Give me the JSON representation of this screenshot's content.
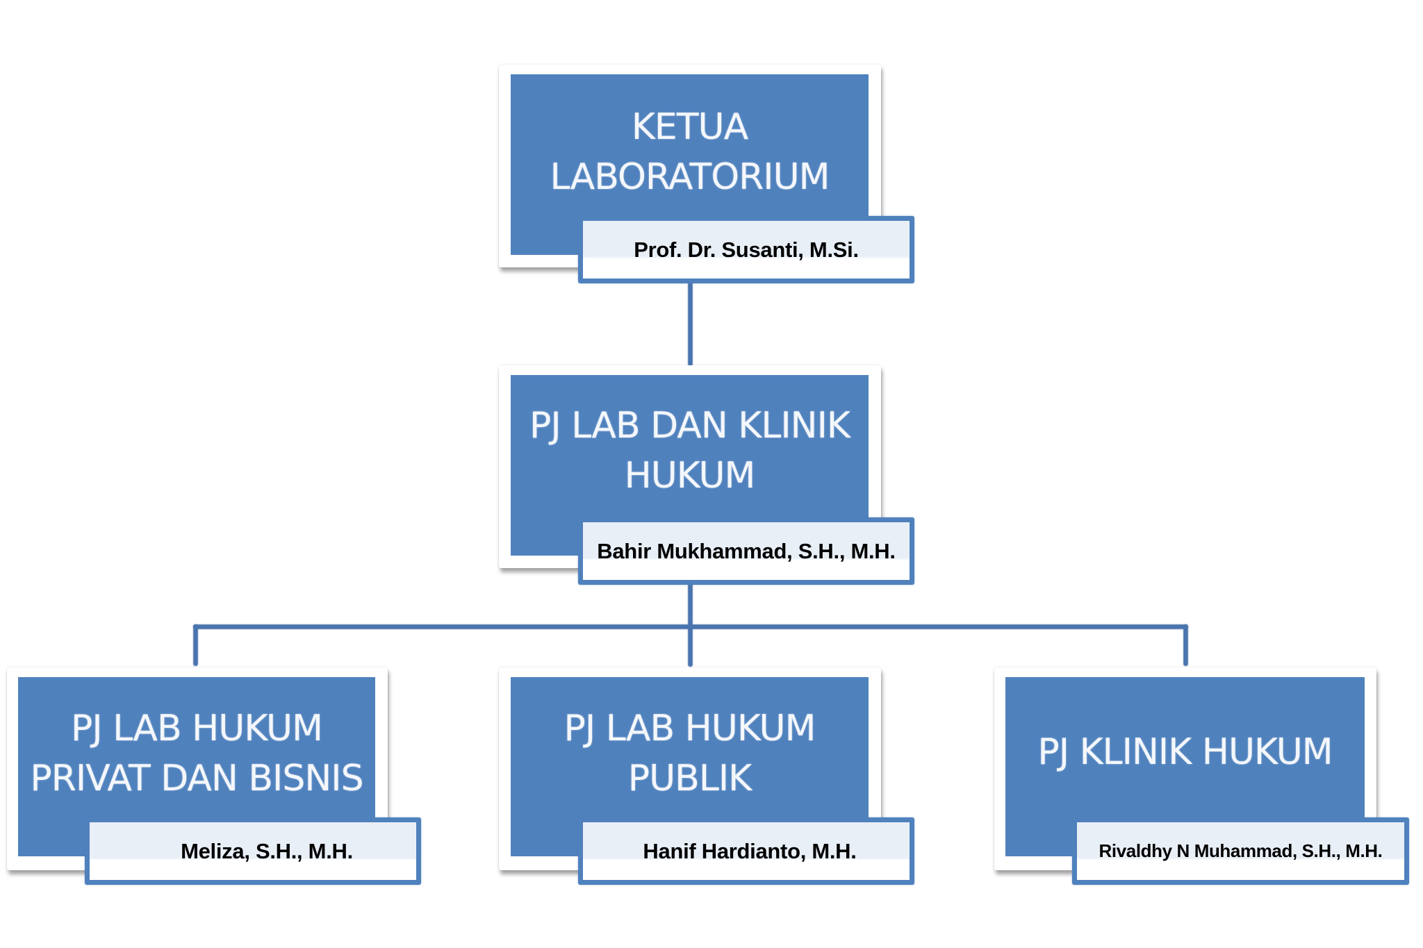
{
  "diagram": {
    "type": "organizational-chart",
    "colors": {
      "node_fill": "#4f81bd",
      "connector": "#4a74ad",
      "node_title_text": "#f4f7fb",
      "name_box_border": "#4f81bd",
      "name_box_fill": "#e9eff7",
      "name_text": "#000000"
    },
    "nodes": [
      {
        "id": "ketua",
        "title": "KETUA\nLABORATORIUM",
        "name": "Prof. Dr. Susanti, M.Si.",
        "parent": null
      },
      {
        "id": "pj-lab-klinik",
        "title": "PJ LAB DAN KLINIK\nHUKUM",
        "name": "Bahir Mukhammad, S.H., M.H.",
        "parent": "ketua"
      },
      {
        "id": "pj-privat-bisnis",
        "title": "PJ LAB HUKUM\nPRIVAT DAN BISNIS",
        "name": "Meliza, S.H., M.H.",
        "parent": "pj-lab-klinik"
      },
      {
        "id": "pj-publik",
        "title": "PJ LAB HUKUM\nPUBLIK",
        "name": "Hanif Hardianto, M.H.",
        "parent": "pj-lab-klinik"
      },
      {
        "id": "pj-klinik",
        "title": "PJ KLINIK HUKUM",
        "name": "Rivaldhy N Muhammad, S.H., M.H.",
        "parent": "pj-lab-klinik"
      }
    ]
  }
}
